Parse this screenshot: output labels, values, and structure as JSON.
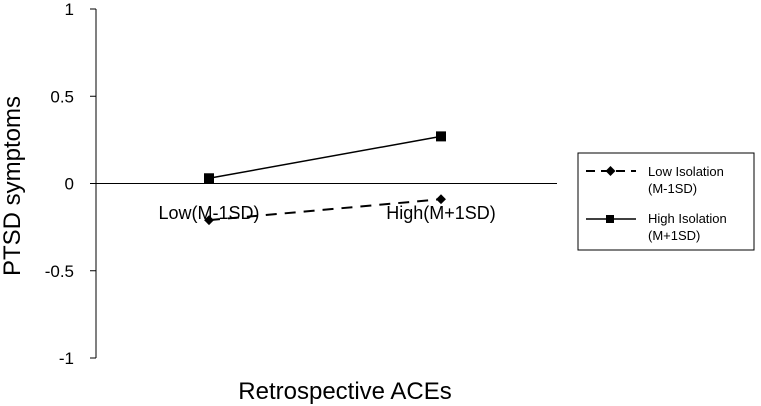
{
  "chart_data": {
    "type": "line",
    "title": "",
    "xlabel": "Retrospective ACEs",
    "ylabel": "PTSD symptoms",
    "categories": [
      "Low(M-1SD)",
      "High(M+1SD)"
    ],
    "ylim": [
      -1,
      1
    ],
    "yticks": [
      1,
      0.5,
      0,
      -0.5,
      -1
    ],
    "ytick_labels": [
      "1",
      "0.5",
      "0",
      "-0.5",
      "-1"
    ],
    "grid": false,
    "legend_position": "right",
    "series": [
      {
        "name_line1": "Low Isolation",
        "name_line2": "(M-1SD)",
        "values": [
          -0.21,
          -0.09
        ],
        "line_style": "dashed",
        "marker": "diamond",
        "color": "#000000"
      },
      {
        "name_line1": "High Isolation",
        "name_line2": "(M+1SD)",
        "values": [
          0.03,
          0.27
        ],
        "line_style": "solid",
        "marker": "square",
        "color": "#000000"
      }
    ]
  }
}
